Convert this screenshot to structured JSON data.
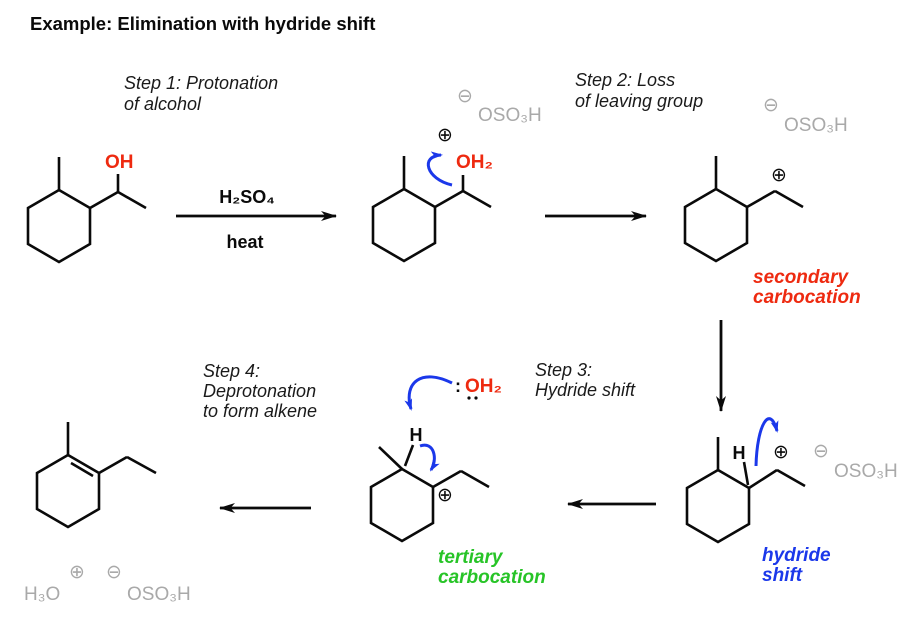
{
  "title": "Example: Elimination with hydride shift",
  "colors": {
    "highlight_red": "#ee2a10",
    "arrow_blue": "#1b38ea",
    "tertiary_green": "#27c427",
    "counterion_gray": "#a9a9a9",
    "ink_black": "#0a0a0a"
  },
  "steps": {
    "step1_line1": "Step 1: Protonation",
    "step1_line2": "of alcohol",
    "step2_line1": "Step 2: Loss",
    "step2_line2": "of leaving group",
    "step3_line1": "Step 3:",
    "step3_line2": "Hydride shift",
    "step4_line1": "Step 4:",
    "step4_line2": "Deprotonation",
    "step4_line3": "to form alkene"
  },
  "conditions": {
    "reagent": "H₂SO₄",
    "condition": "heat"
  },
  "atoms": {
    "hydroxyl": "OH",
    "protonated_water": "OH₂",
    "leaving_water_colon": ":",
    "leaving_water": "OH₂",
    "hydride_h": "H",
    "bisulfate": "OSO₃H",
    "hydronium": "H₃O"
  },
  "charges": {
    "plus": "⊕",
    "minus": "⊖"
  },
  "annotations": {
    "secondary_line1": "secondary",
    "secondary_line2": "carbocation",
    "tertiary_line1": "tertiary",
    "tertiary_line2": "carbocation",
    "hydride_line1": "hydride",
    "hydride_line2": "shift"
  }
}
